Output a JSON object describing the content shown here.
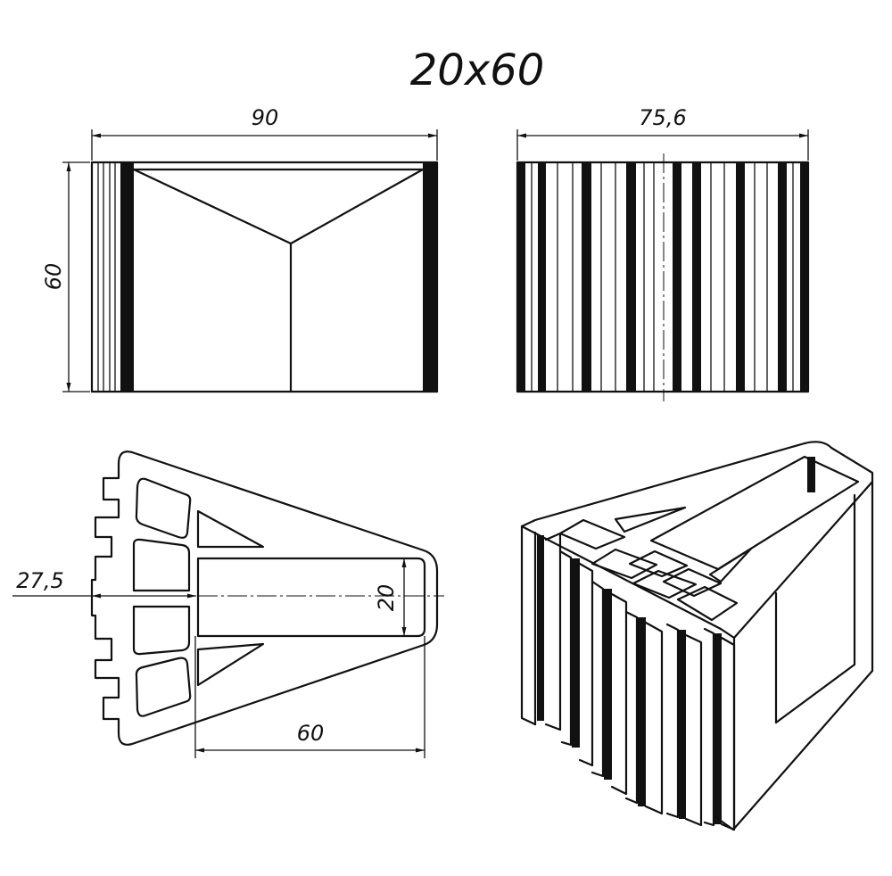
{
  "drawing": {
    "title": "20x60",
    "dimensions": {
      "front_width": "90",
      "front_height": "60",
      "side_width": "75,6",
      "section_offset": "27,5",
      "slot_width": "20",
      "slot_length": "60"
    }
  }
}
